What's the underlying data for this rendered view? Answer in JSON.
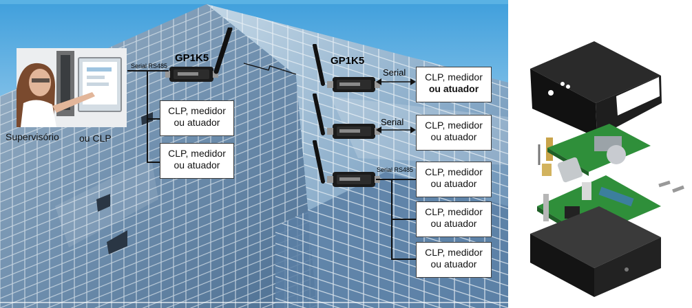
{
  "title_left": "GP1K5",
  "title_right": "GP1K5",
  "supervisor_caption": "Supervisório",
  "or_clp_caption": "ou CLP",
  "serial_rs485_left": "Serial RS485",
  "serial_rs485_right": "Serial RS485",
  "serial_1": "Serial",
  "serial_2": "Serial",
  "boxes": {
    "left_1": {
      "line1": "CLP, medidor",
      "line2": "ou atuador"
    },
    "left_2": {
      "line1": "CLP, medidor",
      "line2": "ou atuador"
    },
    "right_1": {
      "line1": "CLP, medidor",
      "line2": "ou atuador"
    },
    "right_2": {
      "line1": "CLP, medidor",
      "line2": "ou atuador"
    },
    "right_3": {
      "line1": "CLP, medidor",
      "line2": "ou atuador"
    },
    "right_4": {
      "line1": "CLP, medidor",
      "line2": "ou atuador"
    },
    "right_5": {
      "line1": "CLP, medidor",
      "line2": "ou atuador"
    }
  },
  "colors": {
    "sky_top": "#4fa7df",
    "sky_bottom": "#d8ecf7",
    "glass": "#6f93b6",
    "pcb": "#2f8f3a",
    "enclosure": "#1a1a1a"
  }
}
